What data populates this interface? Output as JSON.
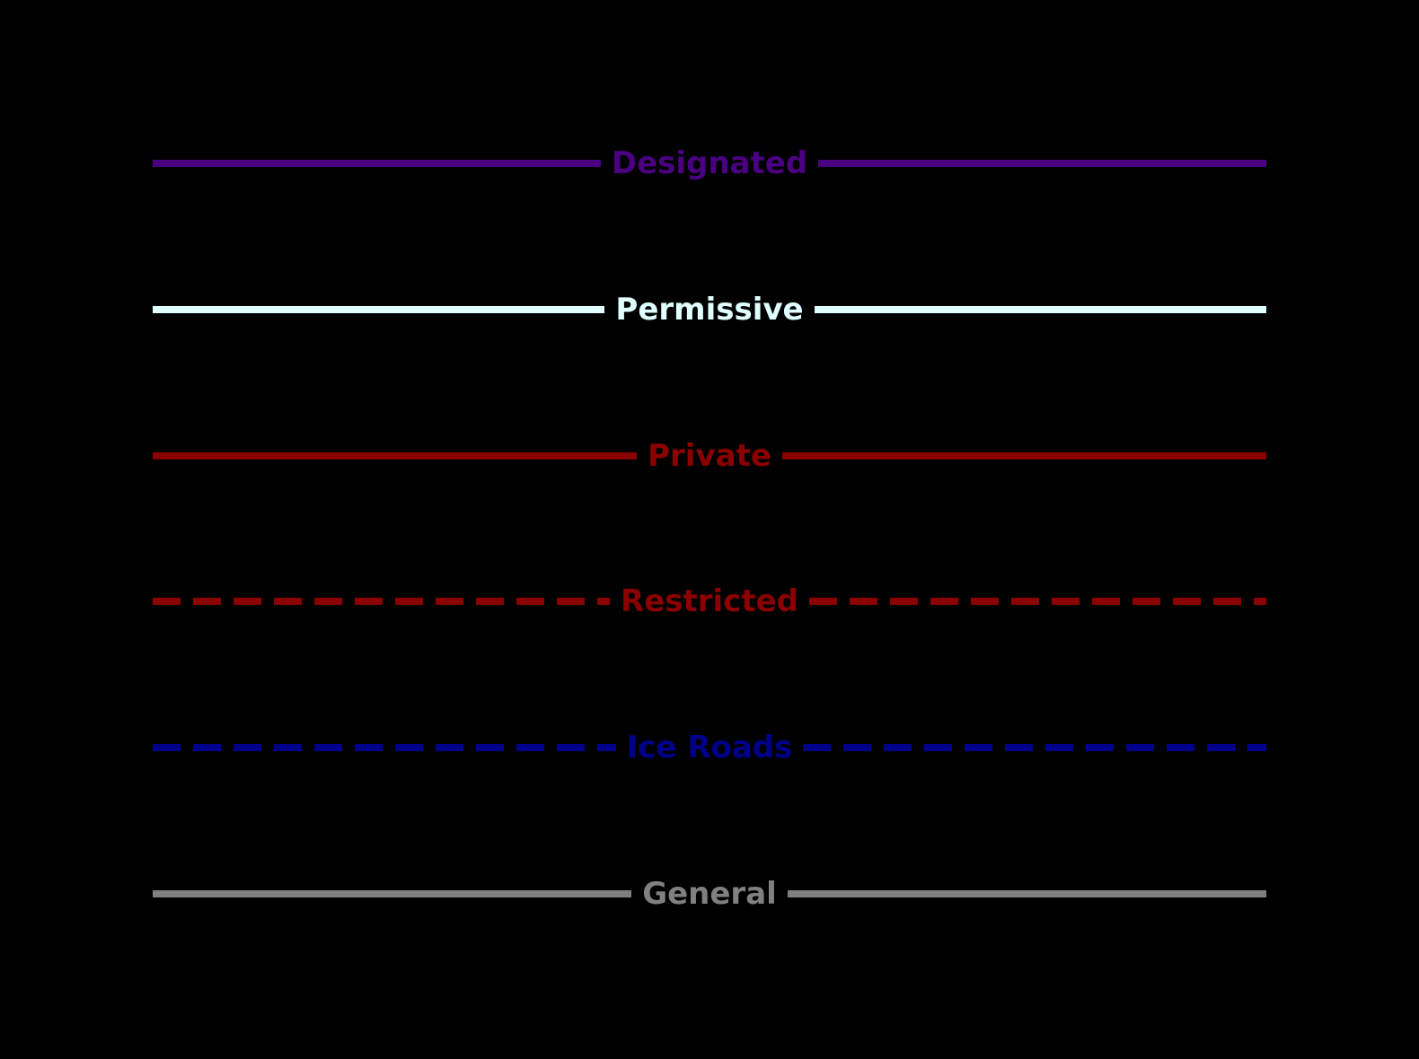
{
  "page": {
    "background_color": "#000000"
  },
  "legend": {
    "items": [
      {
        "label": "Designated",
        "color": "#4B0082",
        "line_style": "solid"
      },
      {
        "label": "Permissive",
        "color": "#E0FFFF",
        "line_style": "solid"
      },
      {
        "label": "Private",
        "color": "#8B0000",
        "line_style": "solid"
      },
      {
        "label": "Restricted",
        "color": "#8B0000",
        "line_style": "dashed"
      },
      {
        "label": "Ice Roads",
        "color": "#00008B",
        "line_style": "dashed"
      },
      {
        "label": "General",
        "color": "#808080",
        "line_style": "solid"
      }
    ]
  }
}
